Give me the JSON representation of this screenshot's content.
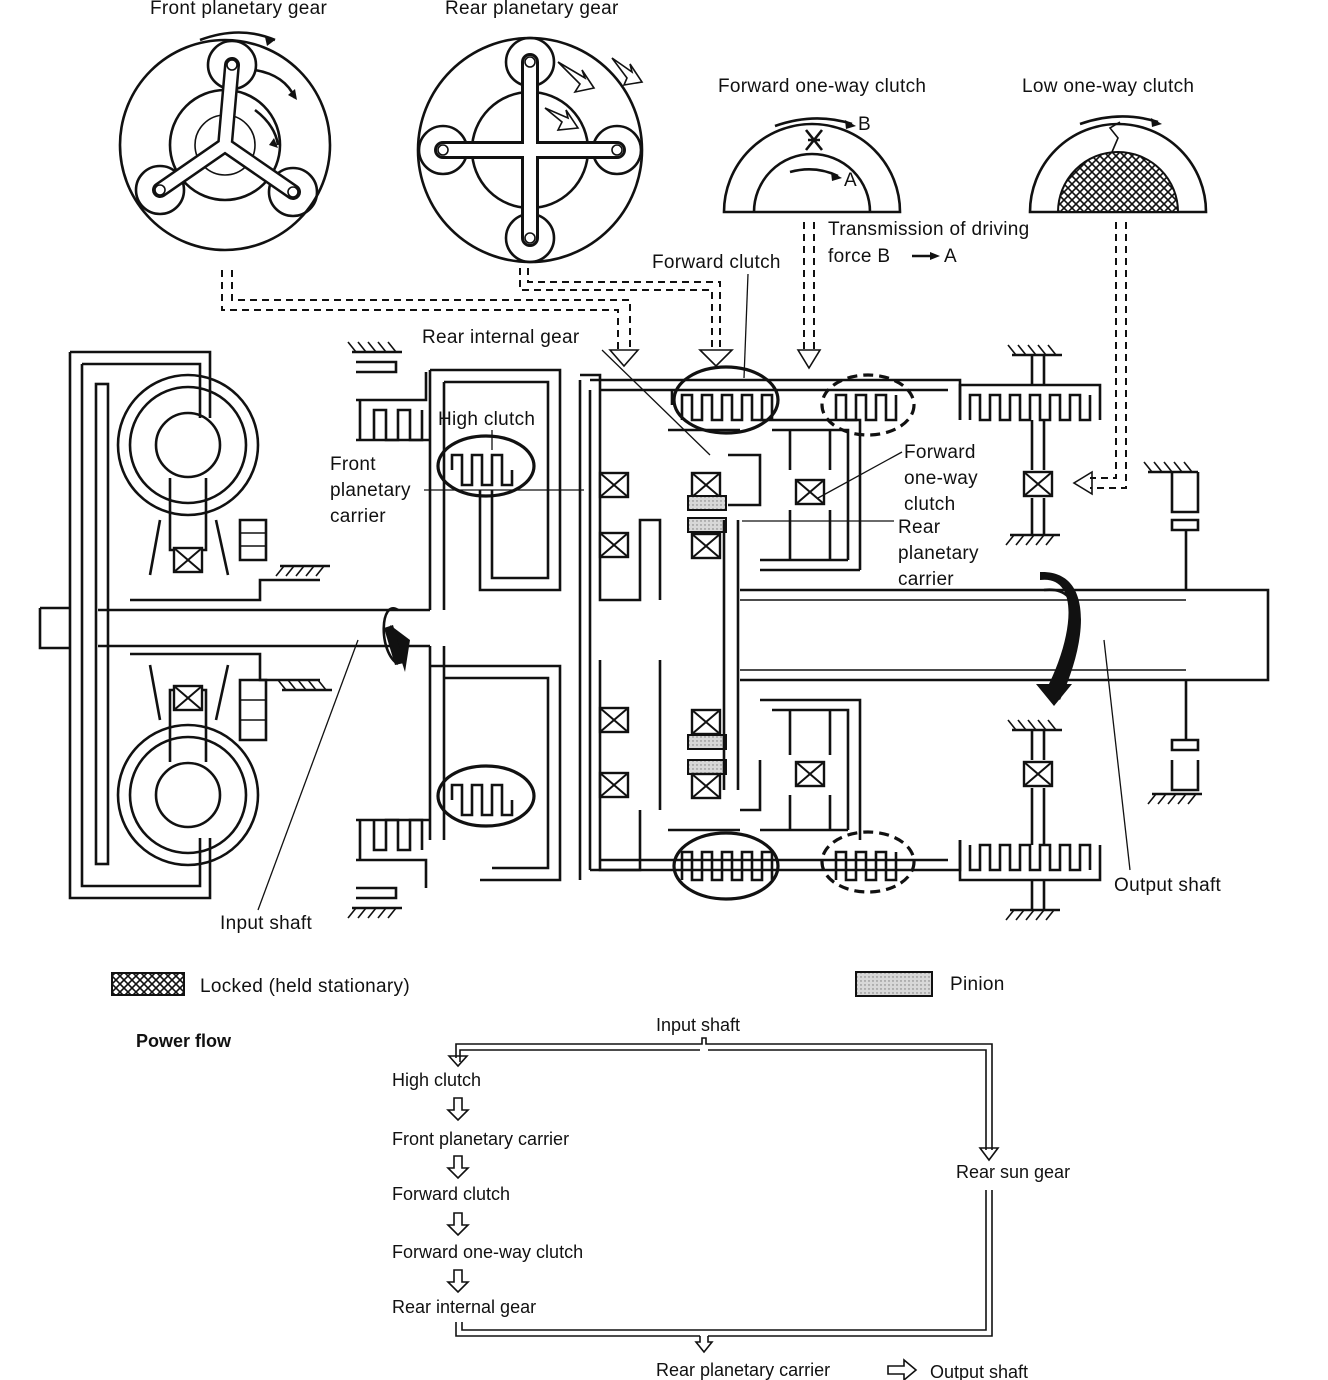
{
  "top_labels": {
    "front_planetary_gear": "Front planetary gear",
    "rear_planetary_gear": "Rear planetary gear",
    "forward_one_way_clutch": "Forward one-way clutch",
    "low_one_way_clutch": "Low one-way clutch",
    "marker_b": "B",
    "marker_a": "A",
    "transmission_line1": "Transmission of driving",
    "transmission_line2": "force B",
    "transmission_line2_end": "A"
  },
  "diagram_labels": {
    "forward_clutch": "Forward clutch",
    "rear_internal_gear": "Rear internal gear",
    "high_clutch": "High clutch",
    "front_planetary_carrier_1": "Front",
    "front_planetary_carrier_2": "planetary",
    "front_planetary_carrier_3": "carrier",
    "forward_one_way_1": "Forward",
    "forward_one_way_2": "one-way",
    "forward_one_way_3": "clutch",
    "rear_planetary_carrier_1": "Rear",
    "rear_planetary_carrier_2": "planetary",
    "rear_planetary_carrier_3": "carrier",
    "input_shaft": "Input shaft",
    "output_shaft": "Output shaft"
  },
  "legend": {
    "locked": "Locked (held stationary)",
    "pinion": "Pinion"
  },
  "power_flow": {
    "heading": "Power flow",
    "input": "Input shaft",
    "left_chain": [
      "High clutch",
      "Front planetary carrier",
      "Forward clutch",
      "Forward one-way clutch",
      "Rear internal gear"
    ],
    "right_branch": "Rear sun gear",
    "result": "Rear planetary carrier",
    "final": "Output shaft"
  },
  "colors": {
    "ink": "#111111",
    "paper": "#ffffff",
    "pinion_fill": "#d8d8d8"
  }
}
